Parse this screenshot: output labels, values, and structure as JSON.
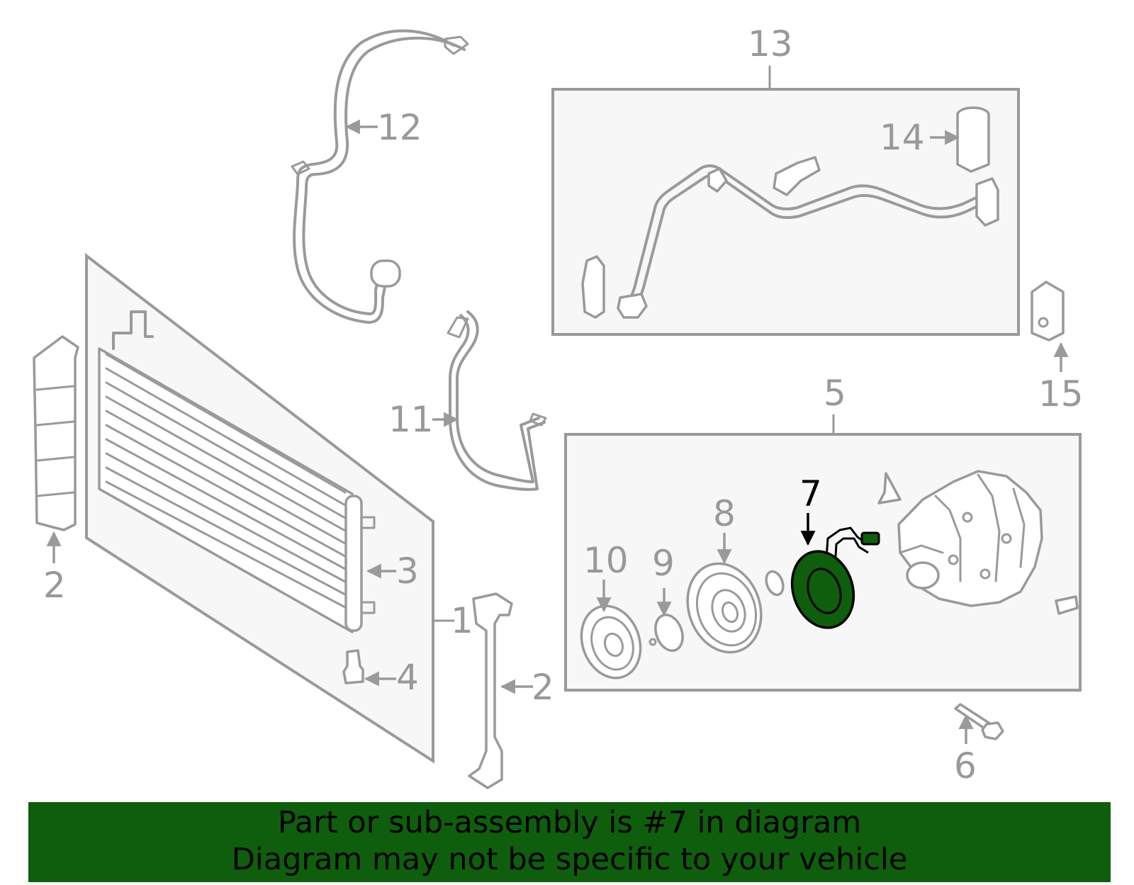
{
  "callouts": {
    "c1": "1",
    "c2a": "2",
    "c2b": "2",
    "c3": "3",
    "c4": "4",
    "c5": "5",
    "c6": "6",
    "c7": "7",
    "c8": "8",
    "c9": "9",
    "c10": "10",
    "c11": "11",
    "c12": "12",
    "c13": "13",
    "c14": "14",
    "c15": "15"
  },
  "highlighted_part": "7",
  "colors": {
    "highlight": "#0f5e0d",
    "banner": "#0f5e0d",
    "line": "#9a9a9a",
    "panel": "#f7f7f7"
  },
  "banner": {
    "line1": "Part or sub-assembly is #7 in diagram",
    "line2": "Diagram may not be specific to your vehicle"
  }
}
